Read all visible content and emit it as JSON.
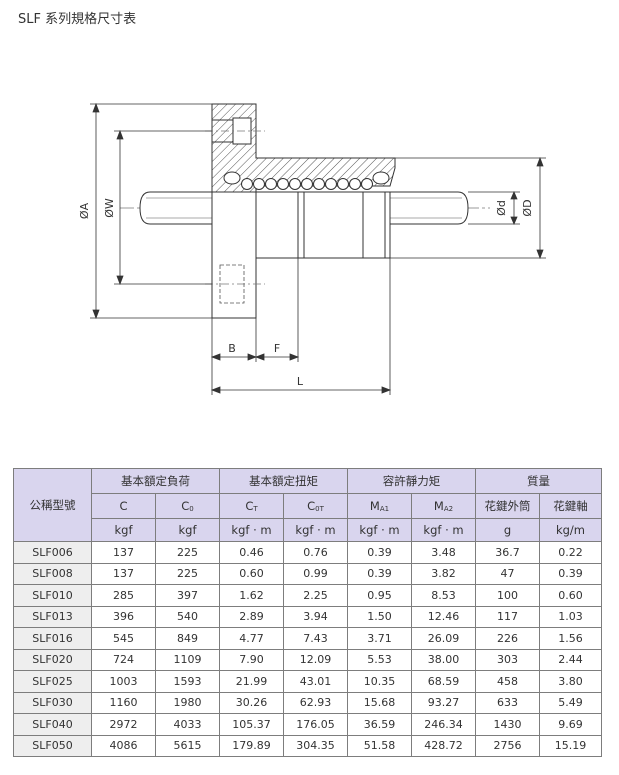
{
  "title": "SLF 系列規格尺寸表",
  "drawing": {
    "labels": {
      "dA": "ØA",
      "dW": "ØW",
      "dd": "Ød",
      "dD": "ØD",
      "B": "B",
      "F": "F",
      "L": "L"
    }
  },
  "table": {
    "header": {
      "model": "公稱型號",
      "group1": "基本額定負荷",
      "group2": "基本額定扭矩",
      "group3": "容許靜力矩",
      "group4": "質量",
      "c": "C",
      "c0_main": "C",
      "c0_sub": "0",
      "ct_main": "C",
      "ct_sub": "T",
      "c0t_main": "C",
      "c0t_sub": "0T",
      "ma1_main": "M",
      "ma1_sub": "A1",
      "ma2_main": "M",
      "ma2_sub": "A2",
      "outer": "花鍵外筒",
      "shaft": "花鍵軸"
    },
    "units": [
      "kgf",
      "kgf",
      "kgf · m",
      "kgf · m",
      "kgf · m",
      "kgf · m",
      "g",
      "kg/m"
    ],
    "rows": [
      [
        "SLF006",
        "137",
        "225",
        "0.46",
        "0.76",
        "0.39",
        "3.48",
        "36.7",
        "0.22"
      ],
      [
        "SLF008",
        "137",
        "225",
        "0.60",
        "0.99",
        "0.39",
        "3.82",
        "47",
        "0.39"
      ],
      [
        "SLF010",
        "285",
        "397",
        "1.62",
        "2.25",
        "0.95",
        "8.53",
        "100",
        "0.60"
      ],
      [
        "SLF013",
        "396",
        "540",
        "2.89",
        "3.94",
        "1.50",
        "12.46",
        "117",
        "1.03"
      ],
      [
        "SLF016",
        "545",
        "849",
        "4.77",
        "7.43",
        "3.71",
        "26.09",
        "226",
        "1.56"
      ],
      [
        "SLF020",
        "724",
        "1109",
        "7.90",
        "12.09",
        "5.53",
        "38.00",
        "303",
        "2.44"
      ],
      [
        "SLF025",
        "1003",
        "1593",
        "21.99",
        "43.01",
        "10.35",
        "68.59",
        "458",
        "3.80"
      ],
      [
        "SLF030",
        "1160",
        "1980",
        "30.26",
        "62.93",
        "15.68",
        "93.27",
        "633",
        "5.49"
      ],
      [
        "SLF040",
        "2972",
        "4033",
        "105.37",
        "176.05",
        "36.59",
        "246.34",
        "1430",
        "9.69"
      ],
      [
        "SLF050",
        "4086",
        "5615",
        "179.89",
        "304.35",
        "51.58",
        "428.72",
        "2756",
        "15.19"
      ]
    ]
  }
}
